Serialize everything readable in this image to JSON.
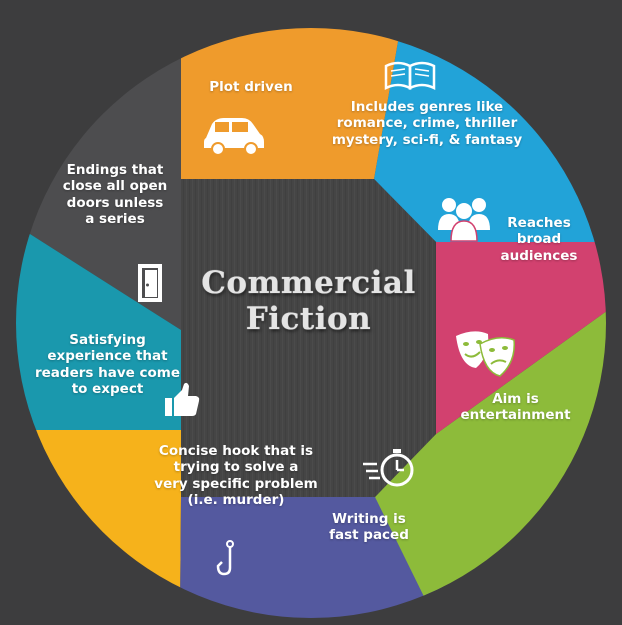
{
  "title": {
    "line1": "Commercial",
    "line2": "Fiction"
  },
  "segments": [
    {
      "label": "Plot driven",
      "color": "#ef9b2c",
      "icon": "car-icon"
    },
    {
      "label": "Includes genres like romance, crime, thriller mystery, sci-fi, & fantasy",
      "lines": [
        "Includes genres like",
        "romance, crime, thriller",
        "mystery, sci-fi, & fantasy"
      ],
      "color": "#22a3d8",
      "icon": "open-book-icon"
    },
    {
      "label": "Reaches broad audiences",
      "lines": [
        "Reaches",
        "broad",
        "audiences"
      ],
      "color": "#d2416f",
      "icon": "group-people-icon"
    },
    {
      "label": "Aim is entertainment",
      "lines": [
        "Aim is",
        "entertainment"
      ],
      "color": "#8dbb3a",
      "icon": "theater-masks-icon"
    },
    {
      "label": "Writing is fast paced",
      "lines": [
        "Writing is",
        "fast paced"
      ],
      "color": "#54599f",
      "icon": "stopwatch-icon"
    },
    {
      "label": "Concise hook that is trying to solve a very specific problem (i.e. murder)",
      "lines": [
        "Concise hook that is",
        "trying to solve a",
        "very specific problem",
        "(i.e. murder)"
      ],
      "color": "#f6b21b",
      "icon": "fishing-hook-icon"
    },
    {
      "label": "Satisfying experience that readers have come to expect",
      "lines": [
        "Satisfying",
        "experience that",
        "readers have come",
        "to expect"
      ],
      "color": "#1a98ad",
      "icon": "thumbs-up-icon"
    },
    {
      "label": "Endings that close all open doors unless a series",
      "lines": [
        "Endings that",
        "close all open",
        "doors unless",
        "a series"
      ],
      "color": "#4d4d4f",
      "icon": "door-icon"
    }
  ],
  "colors": {
    "background": "#3d3d3e",
    "center": "#454545",
    "text": "#ffffff"
  }
}
